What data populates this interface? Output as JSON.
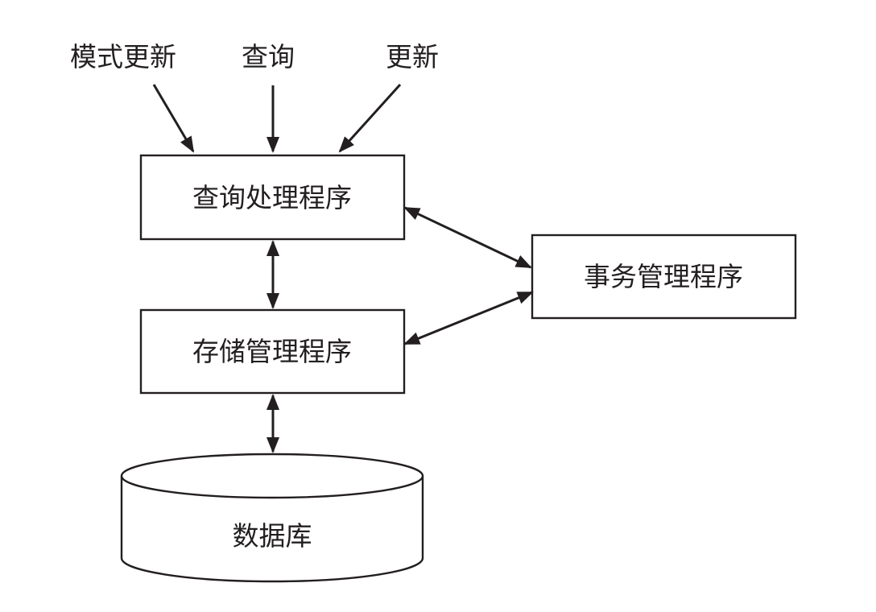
{
  "diagram": {
    "inputs": [
      {
        "id": "schema-update",
        "label": "模式更新"
      },
      {
        "id": "query",
        "label": "查询"
      },
      {
        "id": "update",
        "label": "更新"
      }
    ],
    "nodes": {
      "query_processor": {
        "label": "查询处理程序",
        "shape": "rectangle"
      },
      "storage_manager": {
        "label": "存储管理程序",
        "shape": "rectangle"
      },
      "transaction_manager": {
        "label": "事务管理程序",
        "shape": "rectangle"
      },
      "database": {
        "label": "数据库",
        "shape": "cylinder"
      }
    },
    "edges": [
      {
        "from": "schema-update",
        "to": "query_processor",
        "direction": "forward"
      },
      {
        "from": "query",
        "to": "query_processor",
        "direction": "forward"
      },
      {
        "from": "update",
        "to": "query_processor",
        "direction": "forward"
      },
      {
        "from": "query_processor",
        "to": "storage_manager",
        "direction": "both"
      },
      {
        "from": "query_processor",
        "to": "transaction_manager",
        "direction": "both"
      },
      {
        "from": "storage_manager",
        "to": "transaction_manager",
        "direction": "both"
      },
      {
        "from": "storage_manager",
        "to": "database",
        "direction": "both"
      }
    ],
    "colors": {
      "stroke": "#231f20",
      "background": "#ffffff"
    }
  }
}
